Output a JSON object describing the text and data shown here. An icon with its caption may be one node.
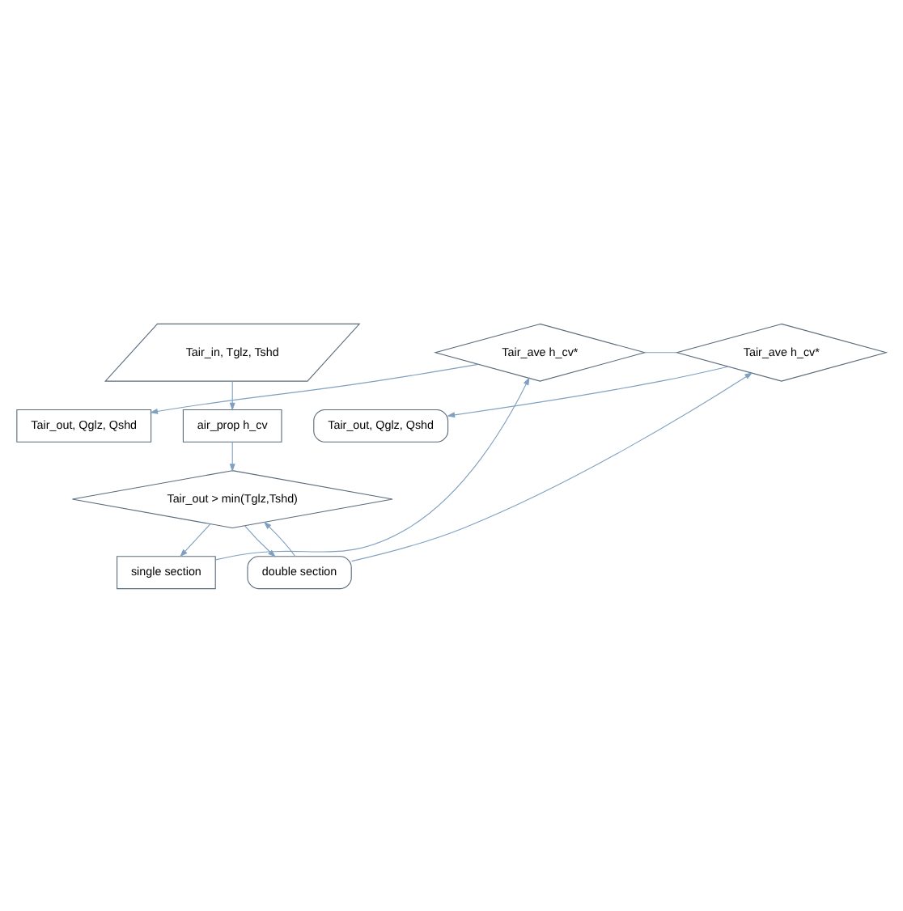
{
  "diagram": {
    "nodes": [
      {
        "text": [
          "Tair_in, Tglz, Tshd"
        ]
      },
      {
        "text": [
          "Tair_out, Qglz, Qshd"
        ]
      },
      {
        "text": [
          "air_prop h_cv"
        ]
      },
      {
        "text": [
          "Tair_out, Qglz, Qshd"
        ]
      },
      {
        "text": [
          "Tair_ave h_cv*"
        ]
      },
      {
        "text": [
          "Tair_ave h_cv*"
        ]
      },
      {
        "text": [
          "Tair_out > min(Tglz,Tshd)"
        ]
      },
      {
        "text": [
          "single section"
        ]
      },
      {
        "text": [
          "double section"
        ]
      }
    ],
    "edges": [
      {
        "from": 0,
        "to": 2,
        "arrow": "to"
      },
      {
        "from": 4,
        "to": 1,
        "arrow": "to"
      },
      {
        "from": 5,
        "to": 3,
        "arrow": "to"
      },
      {
        "from": 2,
        "to": 6,
        "arrow": "to"
      },
      {
        "from": 4,
        "to": 5,
        "arrow": "none"
      },
      {
        "from": 6,
        "to": 7,
        "arrow": "to"
      },
      {
        "from": 6,
        "to": 8,
        "arrow": "to"
      },
      {
        "from": 7,
        "to": 4,
        "arrow": "to"
      },
      {
        "from": 8,
        "to": 6,
        "arrow": "to"
      },
      {
        "from": 8,
        "to": 5,
        "arrow": "to"
      }
    ]
  }
}
